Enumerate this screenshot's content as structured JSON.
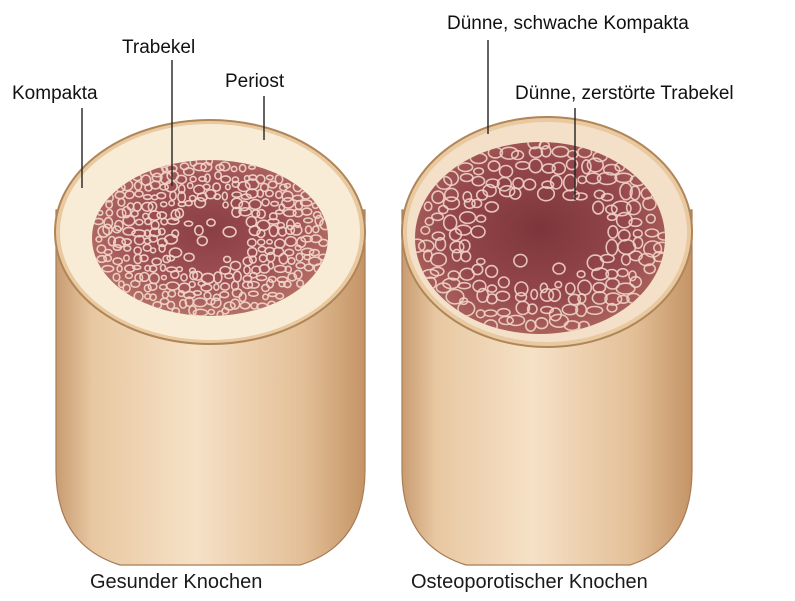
{
  "labels": {
    "trabekel": "Trabekel",
    "kompakta": "Kompakta",
    "periost": "Periost",
    "duenne_kompakta": "Dünne, schwache Kompakta",
    "duenne_trabekel": "Dünne, zerstörte Trabekel"
  },
  "captions": {
    "healthy": "Gesunder Knochen",
    "osteoporotic": "Osteoporotischer Knochen"
  },
  "colors": {
    "shaft_light": "#f3dcc0",
    "shaft_mid": "#e6c39c",
    "shaft_dark": "#c99c72",
    "compacta": "#f8ecd6",
    "periost_rim": "#d6b07f",
    "marrow": "#a85a5a",
    "marrow_dark": "#8a3f44",
    "spongy_bone": "#efd2c4"
  }
}
